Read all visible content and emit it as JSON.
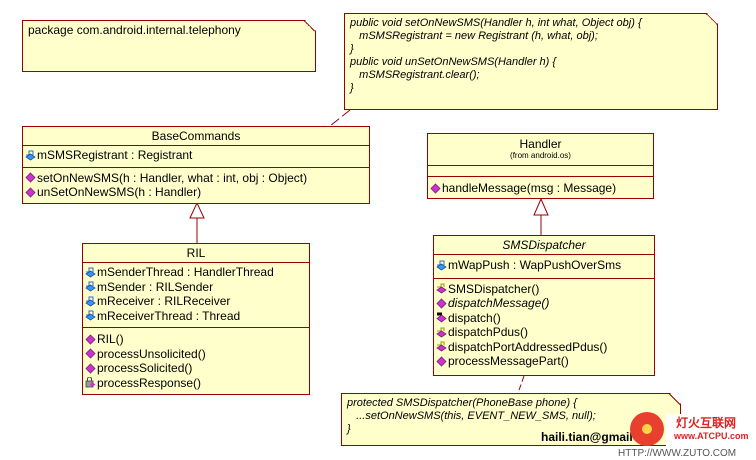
{
  "package_note": "package com.android.internal.telephony",
  "code_note_top": [
    "public void setOnNewSMS(Handler h, int what, Object obj) {",
    "   mSMSRegistrant = new Registrant (h, what, obj);",
    "}",
    "public void unSetOnNewSMS(Handler h) {",
    "   mSMSRegistrant.clear();",
    "}"
  ],
  "base_commands": {
    "name": "BaseCommands",
    "attributes": [
      {
        "text": "mSMSRegistrant : Registrant",
        "icon": "protected-attribute-icon"
      }
    ],
    "operations": [
      {
        "text": "setOnNewSMS(h : Handler, what : int, obj : Object)",
        "icon": "public-operation-icon"
      },
      {
        "text": "unSetOnNewSMS(h : Handler)",
        "icon": "public-operation-icon"
      }
    ]
  },
  "ril": {
    "name": "RIL",
    "attributes": [
      {
        "text": "mSenderThread : HandlerThread",
        "icon": "protected-attribute-icon"
      },
      {
        "text": "mSender : RILSender",
        "icon": "protected-attribute-icon"
      },
      {
        "text": "mReceiver : RILReceiver",
        "icon": "protected-attribute-icon"
      },
      {
        "text": "mReceiverThread : Thread",
        "icon": "protected-attribute-icon"
      }
    ],
    "operations": [
      {
        "text": "RIL()",
        "icon": "public-operation-icon"
      },
      {
        "text": "processUnsolicited()",
        "icon": "public-operation-icon"
      },
      {
        "text": "processSolicited()",
        "icon": "public-operation-icon"
      },
      {
        "text": "processResponse()",
        "icon": "private-operation-icon"
      }
    ]
  },
  "handler": {
    "name": "Handler",
    "from": "(from android.os)",
    "operations": [
      {
        "text": "handleMessage(msg : Message)",
        "icon": "public-operation-icon"
      }
    ]
  },
  "sms_dispatcher": {
    "name": "SMSDispatcher",
    "attributes": [
      {
        "text": "mWapPush : WapPushOverSms",
        "icon": "protected-attribute-icon"
      }
    ],
    "operations": [
      {
        "text": "SMSDispatcher()",
        "icon": "protected-operation-icon",
        "italic": false
      },
      {
        "text": "dispatchMessage()",
        "icon": "public-operation-icon",
        "italic": true
      },
      {
        "text": "dispatch()",
        "icon": "package-operation-icon",
        "italic": false
      },
      {
        "text": "dispatchPdus()",
        "icon": "protected-operation-icon",
        "italic": false
      },
      {
        "text": "dispatchPortAddressedPdus()",
        "icon": "protected-operation-icon",
        "italic": false
      },
      {
        "text": "processMessagePart()",
        "icon": "public-operation-icon",
        "italic": false
      }
    ]
  },
  "code_note_bottom": [
    "protected SMSDispatcher(PhoneBase phone) {",
    "   ...setOnNewSMS(this, EVENT_NEW_SMS, null);",
    "}"
  ],
  "signature": "haili.tian@gmail",
  "watermark": {
    "site_cn": "灯火互联网",
    "site_url": "www.ATCPU.com",
    "bottom_url": "HTTP://WWW.ZUTO.COM"
  },
  "colors": {
    "fill": "#ffffcc",
    "border": "#990000",
    "operation_icon": "#cc33cc",
    "attribute_icon": "#3366cc"
  }
}
